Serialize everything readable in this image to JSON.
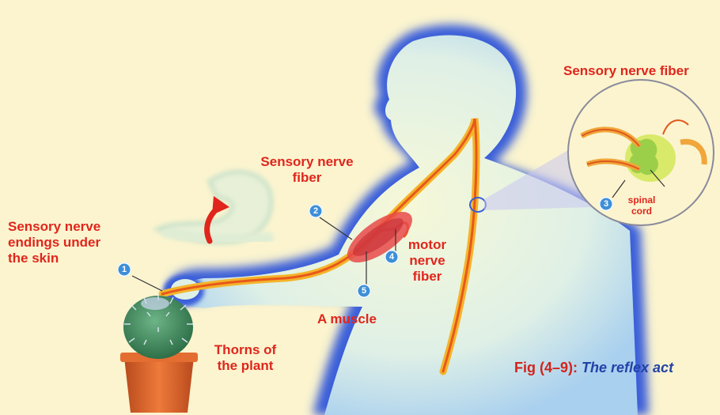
{
  "labels": {
    "sensory_nerve_fiber_top": "Sensory nerve fiber",
    "sensory_nerve_fiber_mid": "Sensory nerve\nfiber",
    "sensory_nerve_endings": "Sensory nerve\nendings under\nthe skin",
    "motor_nerve_fiber": "motor\nnerve\nfiber",
    "a_muscle": "A muscle",
    "thorns": "Thorns of\nthe plant",
    "spinal_cord": "spinal\ncord"
  },
  "badges": {
    "b1": "1",
    "b2": "2",
    "b3": "3",
    "b4": "4",
    "b5": "5"
  },
  "caption": {
    "number": "Fig (4–9): ",
    "title": "The reflex act"
  },
  "colors": {
    "background": "#fbf4cf",
    "label_red": "#e0261c",
    "badge_blue": "#3d8fd8",
    "body_blue": "#3a5fd9",
    "nerve_orange": "#f08a1c",
    "pot_terracotta": "#d9622a",
    "cactus_green": "#3f8c5a"
  }
}
